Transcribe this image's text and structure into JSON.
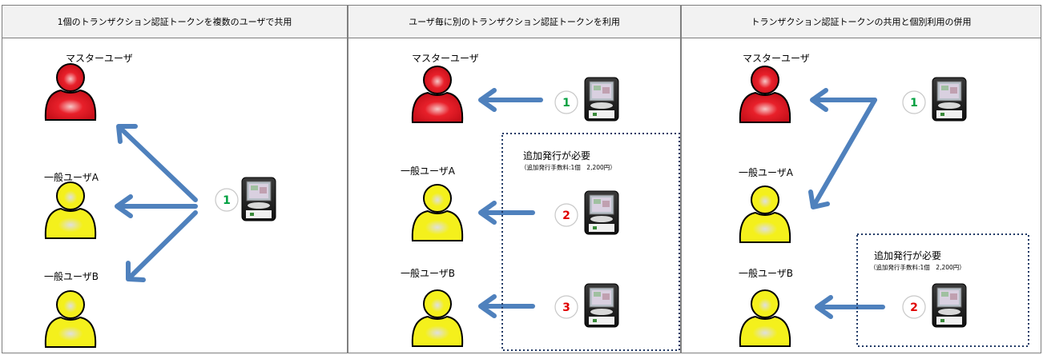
{
  "panels": [
    {
      "title": "1個のトランザクション認証トークンを複数のユーザで共用"
    },
    {
      "title": "ユーザ毎に別のトランザクション認証トークンを利用"
    },
    {
      "title": "トランザクション認証トークンの共用と個別利用の併用"
    }
  ],
  "labels": {
    "master": "マスターユーザ",
    "user_a": "一般ユーザA",
    "user_b": "一般ユーザB"
  },
  "note": {
    "title": "追加発行が必要",
    "detail": "（追加発行手数料:1個　2,200円）"
  },
  "numbers": {
    "p1": "1",
    "p2_1": "1",
    "p2_2": "2",
    "p2_3": "3",
    "p3_1": "1",
    "p3_2": "2"
  },
  "colors": {
    "master_user": "#e8202a",
    "general_user": "#f4f01c",
    "arrow": "#4f81bd",
    "num_green": "#00a040",
    "num_red": "#e00000",
    "dotted_box": "#1f3864"
  }
}
